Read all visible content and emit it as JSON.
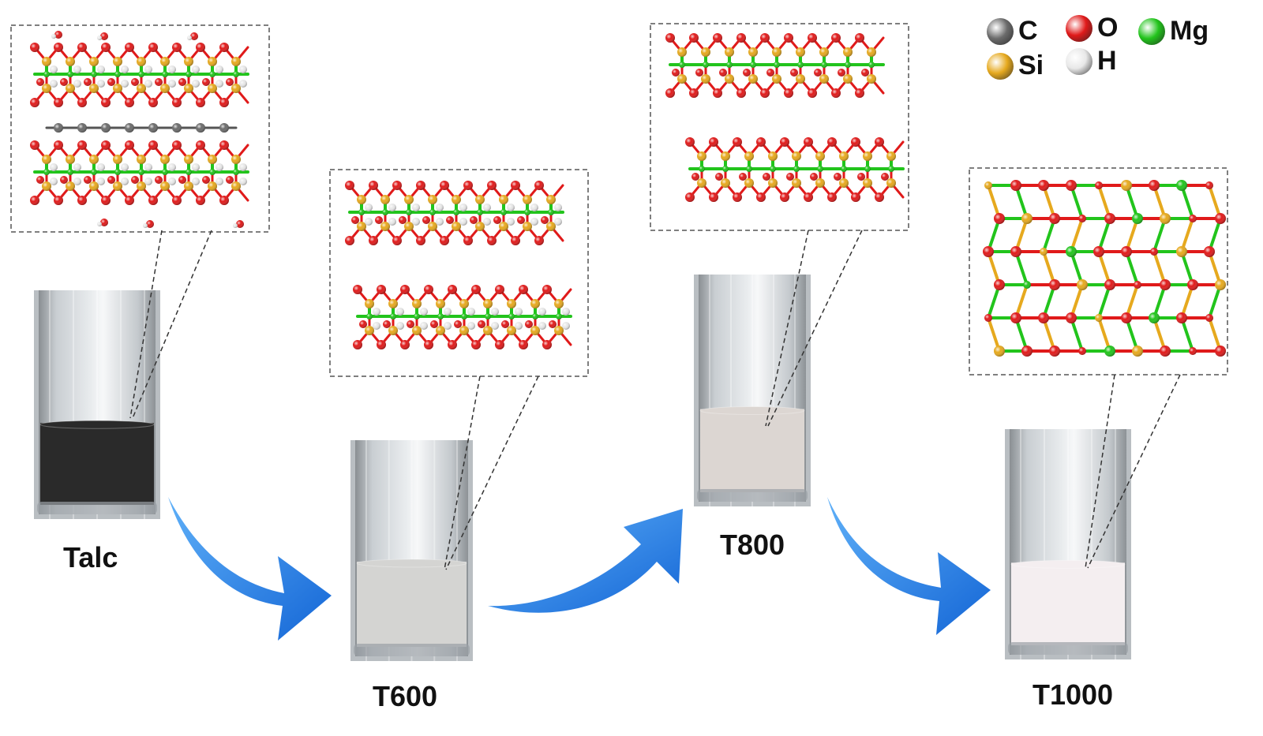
{
  "samples": [
    {
      "id": "talc",
      "label": "Talc",
      "powder": "#2a2a2a"
    },
    {
      "id": "t600",
      "label": "T600",
      "powder": "#d4d4d2"
    },
    {
      "id": "t800",
      "label": "T800",
      "powder": "#dcd6d2"
    },
    {
      "id": "t1000",
      "label": "T1000",
      "powder": "#f4eef0"
    }
  ],
  "legend": [
    {
      "symbol": "C",
      "color": "#6b6b6b"
    },
    {
      "symbol": "O",
      "color": "#e01a1a"
    },
    {
      "symbol": "Mg",
      "color": "#22c41c"
    },
    {
      "symbol": "Si",
      "color": "#e6a91e"
    },
    {
      "symbol": "H",
      "color": "#e8e8e8"
    }
  ],
  "colors": {
    "arrow": "#1e7be0",
    "arrow_light": "#4fa3f5",
    "dashed": "#555555"
  }
}
